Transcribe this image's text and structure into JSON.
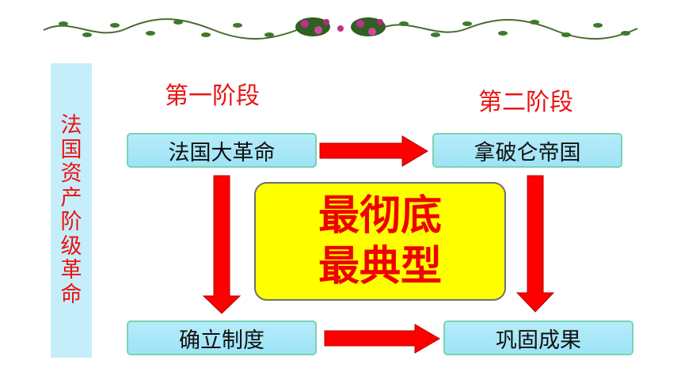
{
  "title_vertical": "法国资产阶级革命",
  "stages": {
    "first": "第一阶段",
    "second": "第二阶段"
  },
  "boxes": {
    "top_left": "法国大革命",
    "top_right": "拿破仑帝国",
    "bottom_left": "确立制度",
    "bottom_right": "巩固成果"
  },
  "center": {
    "line1": "最彻底",
    "line2": "最典型"
  },
  "colors": {
    "accent_red": "#e81515",
    "box_fill": "#a8e8f8",
    "center_fill": "#ffff00",
    "side_fill": "#c5eefa"
  }
}
